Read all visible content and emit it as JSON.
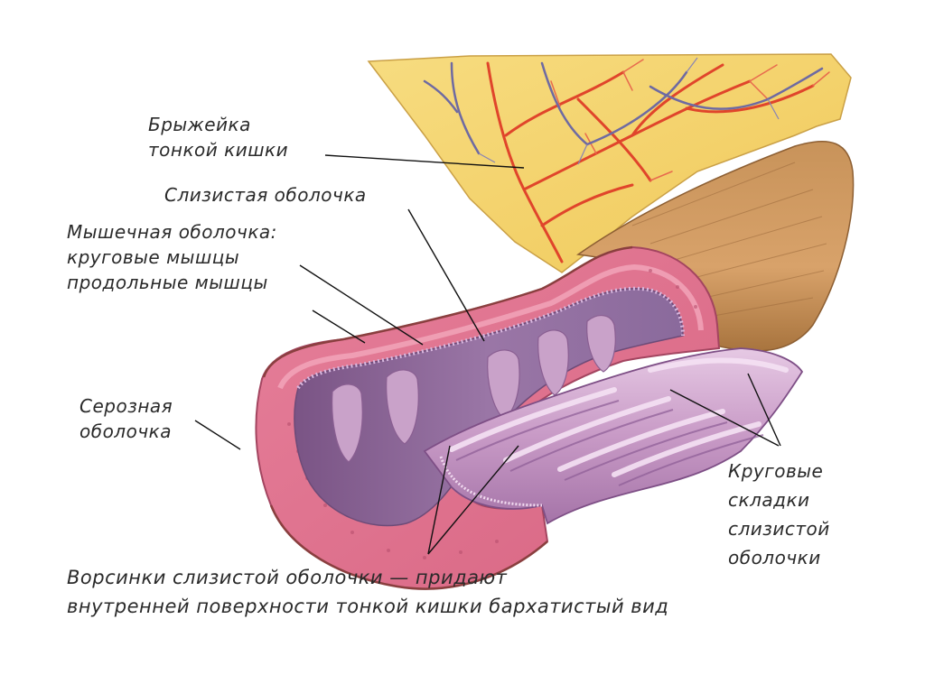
{
  "labels": {
    "mesentery": [
      "Брыжейка",
      "тонкой кишки"
    ],
    "mucosa": [
      "Слизистая оболочка"
    ],
    "muscular": [
      "Мышечная оболочка:",
      "круговые мышцы",
      "продольные мышцы"
    ],
    "serosa": [
      "Серозная",
      "оболочка"
    ],
    "folds": [
      "Круговые",
      "складки",
      "слизистой",
      "оболочки"
    ],
    "villi": [
      "Ворсинки слизистой оболочки — придают",
      "внутренней поверхности тонкой кишки бархатистый вид"
    ]
  },
  "colors": {
    "mesentery_fat": "#f3d267",
    "artery": "#e0452b",
    "vein": "#6e6aa2",
    "serosa_outer": "#c9607a",
    "muscle_layer": "#e58aa2",
    "mucosa_lumen": "#8d6793",
    "folds": "#c49ac5",
    "leader_lines": "#111111"
  }
}
